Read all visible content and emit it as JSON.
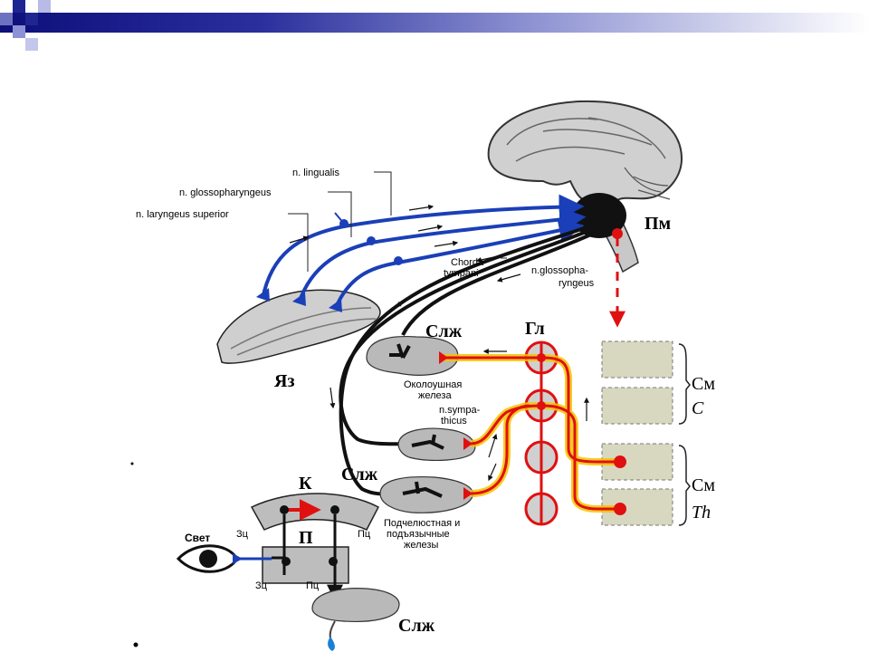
{
  "labels": {
    "n_lingualis": "n. lingualis",
    "n_glossopharyngeus": "n. glossopharyngeus",
    "n_laryngeus_superior": "n. laryngeus superior",
    "pm": "Пм",
    "chorda": "Chorda",
    "tympani": "tympani",
    "n_glossopha": "n.glossopha-",
    "ryngeus": "ryngeus",
    "slzh_top": "Слж",
    "gl": "Гл",
    "yaz": "Яз",
    "okoloushnaya": "Околоушная",
    "zheleza": "железа",
    "n_sympa": "n.sympa-",
    "thicus": "thicus",
    "sm_c_1": "См",
    "sm_c_2": "C",
    "sm_th_1": "См",
    "sm_th_2": "Th",
    "slzh_mid": "Слж",
    "k": "К",
    "p": "П",
    "zc_top": "Зц",
    "pc_top": "Пц",
    "zc_bottom": "Зц",
    "pc_bottom": "Пц",
    "svet": "Свет",
    "podchel_1": "Подчелюстная и",
    "podchel_2": "подъязычные",
    "podchel_3": "железы",
    "slzh_bottom": "Слж"
  },
  "colors": {
    "afferent": "#1a3fb8",
    "efferent": "#111111",
    "sympathetic": "#e01010",
    "sympathetic_glow": "#f5c400",
    "gland": "#b9b9b9"
  },
  "icons": {
    "brain": "brain-icon",
    "tongue": "tongue-icon",
    "eye": "eye-icon",
    "drop": "droplet-icon"
  }
}
